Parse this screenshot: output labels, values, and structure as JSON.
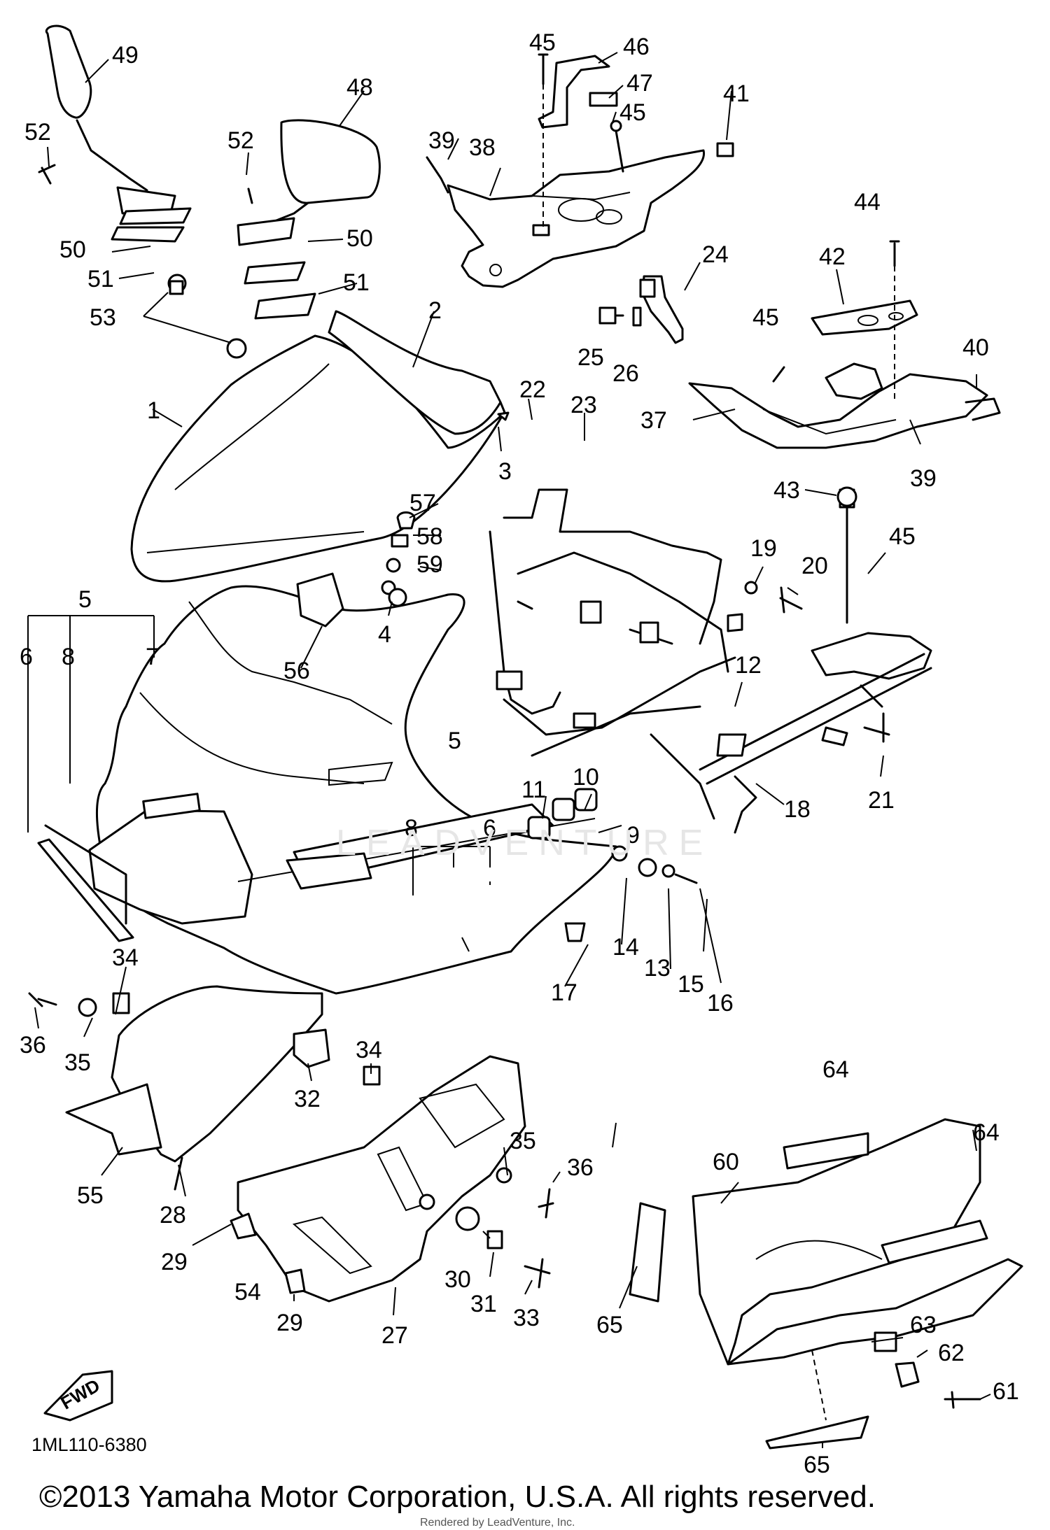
{
  "diagram": {
    "code": "1ML110-6380",
    "copyright": "©2013 Yamaha Motor Corporation, U.S.A. All rights reserved.",
    "watermark": "LEADVENTURE",
    "rendered_by": "Rendered by LeadVenture, Inc.",
    "direction_marker": "FWD",
    "callouts": [
      "1",
      "2",
      "3",
      "4",
      "5",
      "6",
      "7",
      "8",
      "9",
      "10",
      "11",
      "12",
      "13",
      "14",
      "15",
      "16",
      "17",
      "18",
      "19",
      "20",
      "21",
      "22",
      "23",
      "24",
      "25",
      "26",
      "27",
      "28",
      "29",
      "30",
      "31",
      "32",
      "33",
      "34",
      "35",
      "36",
      "37",
      "38",
      "39",
      "40",
      "41",
      "42",
      "43",
      "44",
      "45",
      "46",
      "47",
      "48",
      "49",
      "50",
      "51",
      "52",
      "53",
      "54",
      "55",
      "56",
      "57",
      "58",
      "59",
      "60",
      "61",
      "62",
      "63",
      "64",
      "65"
    ]
  }
}
